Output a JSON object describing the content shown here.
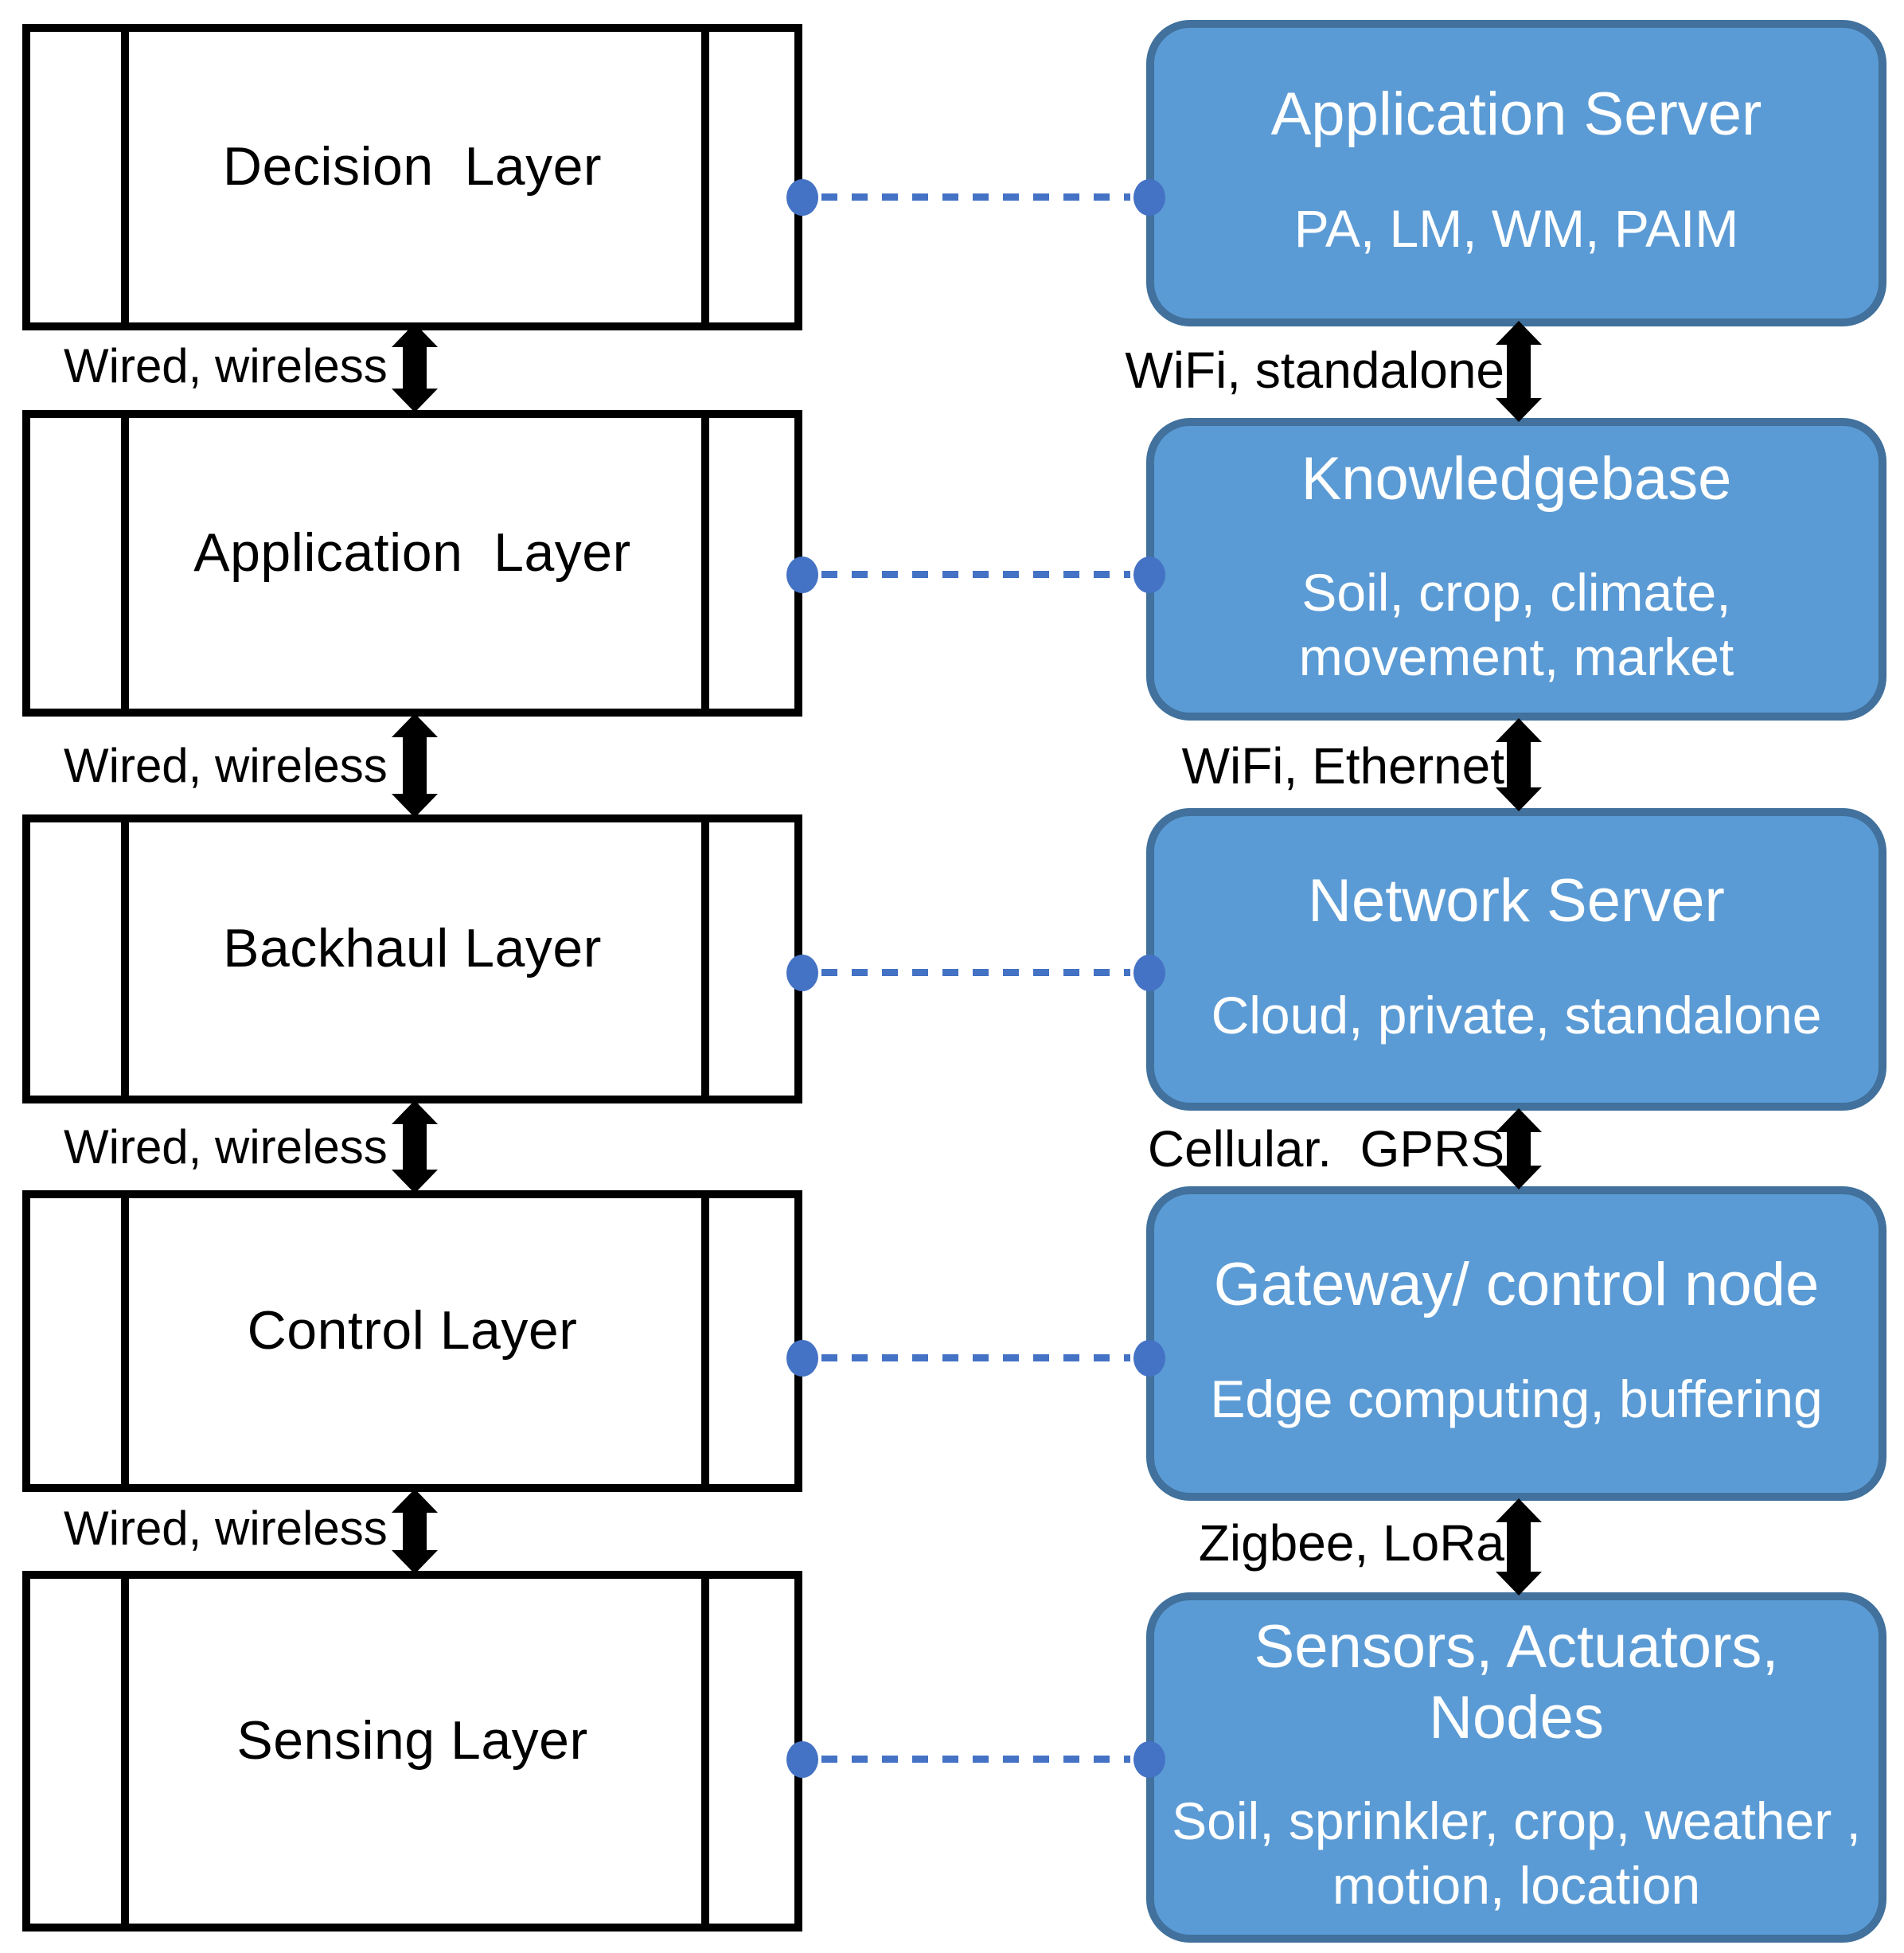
{
  "diagram": {
    "left_column": {
      "layers": [
        {
          "label": "Decision  Layer"
        },
        {
          "label": "Application  Layer"
        },
        {
          "label": "Backhaul Layer"
        },
        {
          "label": "Control Layer"
        },
        {
          "label": "Sensing Layer"
        }
      ],
      "links": [
        {
          "label": "Wired, wireless"
        },
        {
          "label": "Wired, wireless"
        },
        {
          "label": "Wired, wireless"
        },
        {
          "label": "Wired, wireless"
        }
      ]
    },
    "right_column": {
      "nodes": [
        {
          "title": "Application Server",
          "subtitle": "PA, LM, WM, PAIM"
        },
        {
          "title": "Knowledgebase",
          "subtitle": "Soil, crop, climate,\nmovement, market"
        },
        {
          "title": "Network Server",
          "subtitle": "Cloud, private, standalone"
        },
        {
          "title": "Gateway/ control node",
          "subtitle": "Edge computing, buffering"
        },
        {
          "title": "Sensors, Actuators,\nNodes",
          "subtitle": "Soil, sprinkler, crop, weather ,\nmotion, location"
        }
      ],
      "links": [
        {
          "label": "WiFi, standalone"
        },
        {
          "label": "WiFi, Ethernet"
        },
        {
          "label": "Cellular.  GPRS"
        },
        {
          "label": "Zigbee, LoRa"
        }
      ]
    },
    "colors": {
      "node_fill": "#5B9BD5",
      "node_border": "#41719C",
      "connector_blue": "#4472C4",
      "line_black": "#000000"
    }
  }
}
